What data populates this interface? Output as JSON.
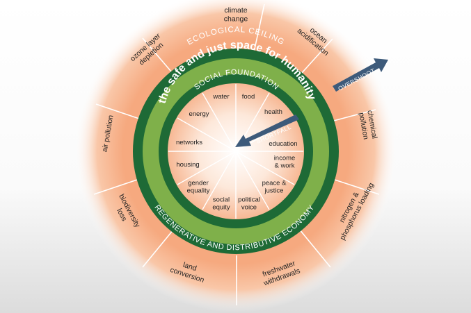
{
  "rings": {
    "ceiling": "ECOLOGICAL CEILING",
    "safe_space": "the safe and just space for humanity",
    "foundation": "SOCIAL FOUNDATION",
    "economy": "REGENERATIVE AND DISTRIBUTIVE ECONOMY"
  },
  "arrows": {
    "overshoot": "OVERSHOOT",
    "shortfall": "SHORTFALL"
  },
  "ecological_ceiling": [
    {
      "id": "climate",
      "lines": [
        "climate",
        "change"
      ]
    },
    {
      "id": "ocean",
      "lines": [
        "ocean",
        "acidification"
      ]
    },
    {
      "id": "chemical",
      "lines": [
        "chemical",
        "pollution"
      ]
    },
    {
      "id": "nitrogen",
      "lines": [
        "nitrogen &",
        "phosphorus loading"
      ]
    },
    {
      "id": "freshwater",
      "lines": [
        "freshwater",
        "withdrawals"
      ]
    },
    {
      "id": "land",
      "lines": [
        "land",
        "conversion"
      ]
    },
    {
      "id": "biodiversity",
      "lines": [
        "biodiversity",
        "loss"
      ]
    },
    {
      "id": "air",
      "lines": [
        "air pollution"
      ]
    },
    {
      "id": "ozone",
      "lines": [
        "ozone layer",
        "depletion"
      ]
    }
  ],
  "social_foundation": [
    {
      "id": "water",
      "lines": [
        "water"
      ]
    },
    {
      "id": "food",
      "lines": [
        "food"
      ]
    },
    {
      "id": "health",
      "lines": [
        "health"
      ]
    },
    {
      "id": "education",
      "lines": [
        "education"
      ]
    },
    {
      "id": "income",
      "lines": [
        "income",
        "& work"
      ]
    },
    {
      "id": "peace",
      "lines": [
        "peace &",
        "justice"
      ]
    },
    {
      "id": "political",
      "lines": [
        "political",
        "voice"
      ]
    },
    {
      "id": "social-equity",
      "lines": [
        "social",
        "equity"
      ]
    },
    {
      "id": "gender",
      "lines": [
        "gender",
        "equality"
      ]
    },
    {
      "id": "housing",
      "lines": [
        "housing"
      ]
    },
    {
      "id": "networks",
      "lines": [
        "networks"
      ]
    },
    {
      "id": "energy",
      "lines": [
        "energy"
      ]
    }
  ],
  "colors": {
    "dark_green": "#1e6a36",
    "light_green": "#7fb04a",
    "outer_glow": "#f4a77f",
    "inner_glow": "#fad7c2",
    "arrow": "#3d5a7a"
  }
}
